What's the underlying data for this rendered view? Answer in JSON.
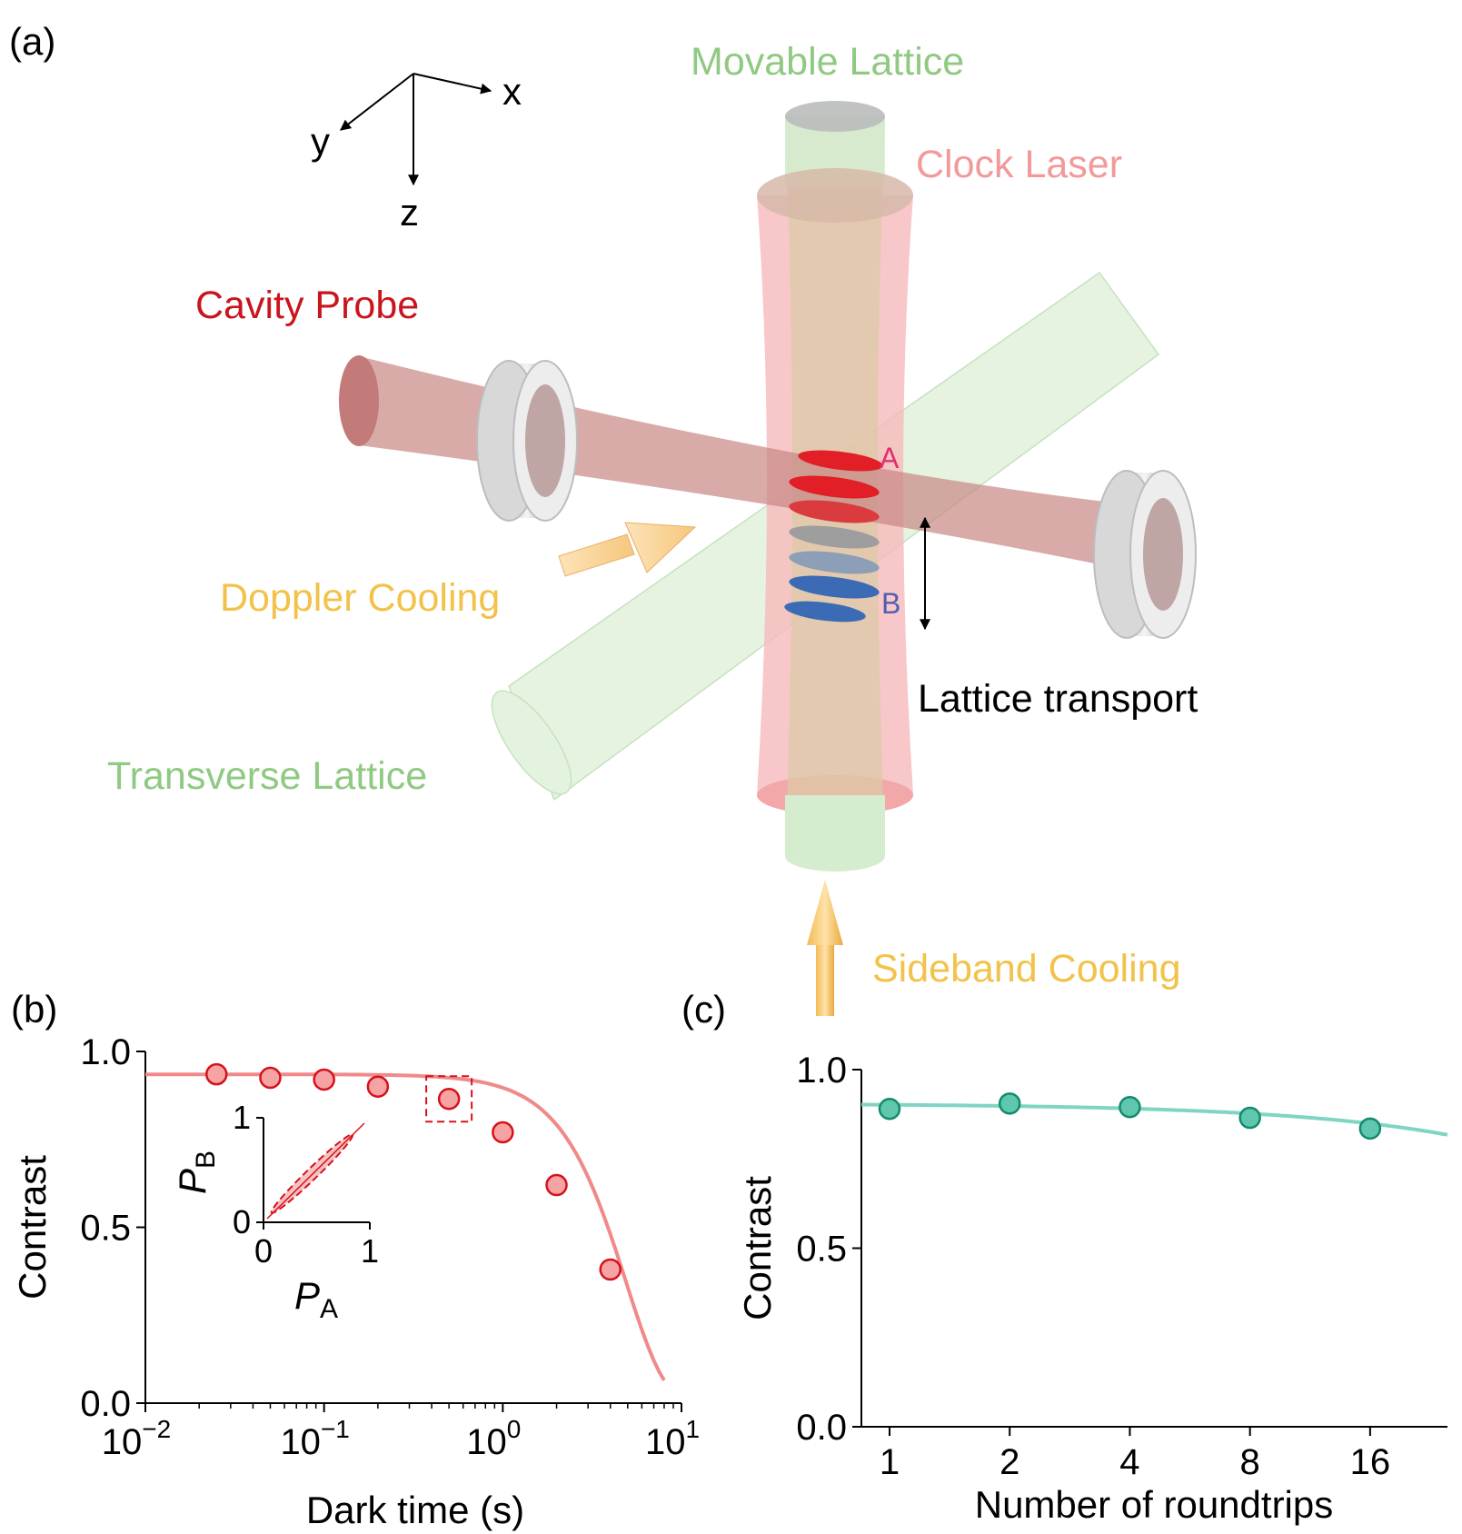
{
  "panel_labels": {
    "a": "(a)",
    "b": "(b)",
    "c": "(c)"
  },
  "axes_labels": {
    "x": "x",
    "y": "y",
    "z": "z"
  },
  "beams": {
    "movable_lattice": "Movable Lattice",
    "clock_laser": "Clock Laser",
    "cavity_probe": "Cavity Probe",
    "doppler_cooling": "Doppler Cooling",
    "transverse_lattice": "Transverse Lattice",
    "lattice_transport": "Lattice transport",
    "sideband_cooling": "Sideband Cooling",
    "ensemble_a": "A",
    "ensemble_b": "B"
  },
  "colors": {
    "movable_lattice": "#8fc982",
    "clock_laser": "#f2999b",
    "cavity_probe": "#c9151e",
    "doppler": "#f2c24a",
    "ensemble_a": "#e21f26",
    "ensemble_b": "#3c6bb5",
    "ensemble_mid": "#9e9e9e",
    "series_b": "#f08a8a",
    "series_c": "#3dbd9e"
  },
  "chart_data": [
    {
      "id": "b",
      "type": "scatter",
      "xlabel": "Dark time (s)",
      "ylabel": "Contrast",
      "xscale": "log",
      "xlim": [
        0.01,
        10
      ],
      "ylim": [
        0,
        1
      ],
      "xticks": [
        {
          "value": 0.01,
          "base": "10",
          "exp": "−2"
        },
        {
          "value": 0.1,
          "base": "10",
          "exp": "−1"
        },
        {
          "value": 1,
          "base": "10",
          "exp": "0"
        },
        {
          "value": 10,
          "base": "10",
          "exp": "1"
        }
      ],
      "yticks": [
        "0.0",
        "0.5",
        "1.0"
      ],
      "series": [
        {
          "x": [
            0.025,
            0.05,
            0.1,
            0.2,
            0.5,
            1,
            2,
            4
          ],
          "y": [
            0.935,
            0.925,
            0.92,
            0.9,
            0.865,
            0.77,
            0.62,
            0.38
          ],
          "fit_tau": 4.9,
          "fit_c0": 0.935
        }
      ],
      "highlighted_point": 0.5,
      "inset": {
        "xlabel": "P",
        "xlabel_sub": "A",
        "ylabel": "P",
        "ylabel_sub": "B",
        "xlim": [
          0,
          1
        ],
        "ylim": [
          0,
          1
        ],
        "xticks": [
          "0",
          "1"
        ],
        "yticks": [
          "0",
          "1"
        ]
      }
    },
    {
      "id": "c",
      "type": "scatter",
      "xlabel": "Number of roundtrips",
      "ylabel": "Contrast",
      "xscale": "log2",
      "xlim": [
        0.85,
        25
      ],
      "ylim": [
        0,
        1
      ],
      "xticks": [
        "1",
        "2",
        "4",
        "8",
        "16"
      ],
      "yticks": [
        "0.0",
        "0.5",
        "1.0"
      ],
      "series": [
        {
          "x": [
            1,
            2,
            4,
            8,
            16
          ],
          "y": [
            0.89,
            0.905,
            0.895,
            0.865,
            0.835
          ],
          "fit_c0": 0.905,
          "fit_k": 0.0035
        }
      ]
    }
  ]
}
